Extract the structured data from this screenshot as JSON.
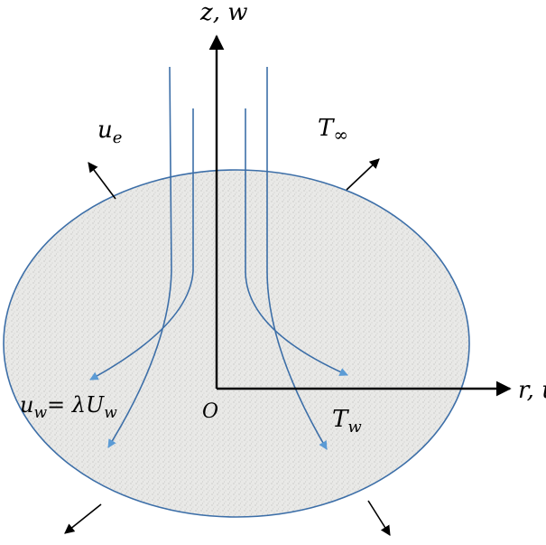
{
  "labels": {
    "z_axis": "z, w",
    "r_axis": "r, u",
    "u_e": "u",
    "u_e_sub": "e",
    "t_inf": "T",
    "t_inf_sub": "∞",
    "t_w": "T",
    "t_w_sub": "w",
    "u_w_main": "u",
    "u_w_sub": "w",
    "u_w_eq": "= λU",
    "u_w_sub2": "w",
    "origin": "O"
  },
  "colors": {
    "surface_fill": "#e6e6e4",
    "surface_stroke": "#3d6fa8",
    "streamline": "#3d6fa8",
    "streamline_arrow": "#5b9bd5",
    "axis": "#000000"
  }
}
